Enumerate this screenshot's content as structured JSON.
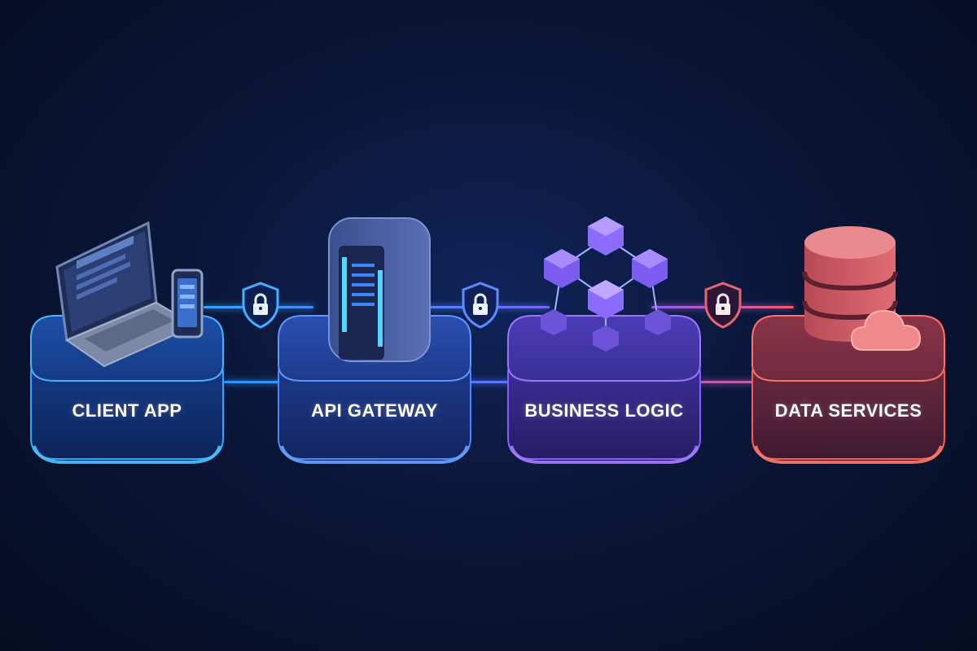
{
  "nodes": [
    {
      "label": "CLIENT APP",
      "icon": "laptop-phone-icon",
      "color": "#2fa6ff"
    },
    {
      "label": "API GATEWAY",
      "icon": "server-icon",
      "color": "#3f7bff"
    },
    {
      "label": "BUSINESS LOGIC",
      "icon": "cube-network-icon",
      "color": "#8a5cff"
    },
    {
      "label": "DATA SERVICES",
      "icon": "database-cloud-icon",
      "color": "#ff5a52"
    }
  ],
  "connections": [
    {
      "from": "CLIENT APP",
      "to": "API GATEWAY",
      "secured": true,
      "icon": "lock-shield-icon",
      "color": "#3aa8ff"
    },
    {
      "from": "API GATEWAY",
      "to": "BUSINESS LOGIC",
      "secured": true,
      "icon": "lock-shield-icon",
      "color": "#4e8dff"
    },
    {
      "from": "BUSINESS LOGIC",
      "to": "DATA SERVICES",
      "secured": true,
      "icon": "lock-shield-icon",
      "color": "#e06a7a"
    }
  ]
}
